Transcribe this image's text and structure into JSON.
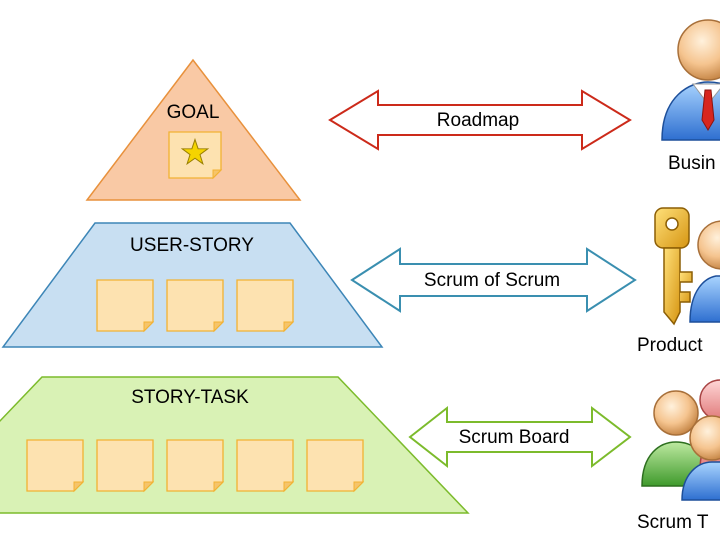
{
  "pyramid": {
    "goal": {
      "label": "GOAL",
      "fill": "#f9c9a5",
      "stroke": "#e8913c",
      "note_count": 1,
      "note_icon": "star-icon"
    },
    "user_story": {
      "label": "USER-STORY",
      "fill": "#c8dff2",
      "stroke": "#3d86b7",
      "note_count": 3
    },
    "story_task": {
      "label": "STORY-TASK",
      "fill": "#d9f2b5",
      "stroke": "#7cbb2c",
      "note_count": 5
    }
  },
  "connectors": [
    {
      "label": "Roadmap",
      "stroke": "#cc2a1a"
    },
    {
      "label": "Scrum of Scrum",
      "stroke": "#3a8fb0"
    },
    {
      "label": "Scrum Board",
      "stroke": "#7cbb2c"
    }
  ],
  "roles": [
    {
      "label": "Busin",
      "icon": "business-person-icon"
    },
    {
      "label": "Product",
      "icon": "product-owner-key-icon"
    },
    {
      "label": "Scrum T",
      "icon": "scrum-team-icon"
    }
  ],
  "sticky_note": {
    "fill": "#fde2b0",
    "stroke": "#f2b233"
  }
}
